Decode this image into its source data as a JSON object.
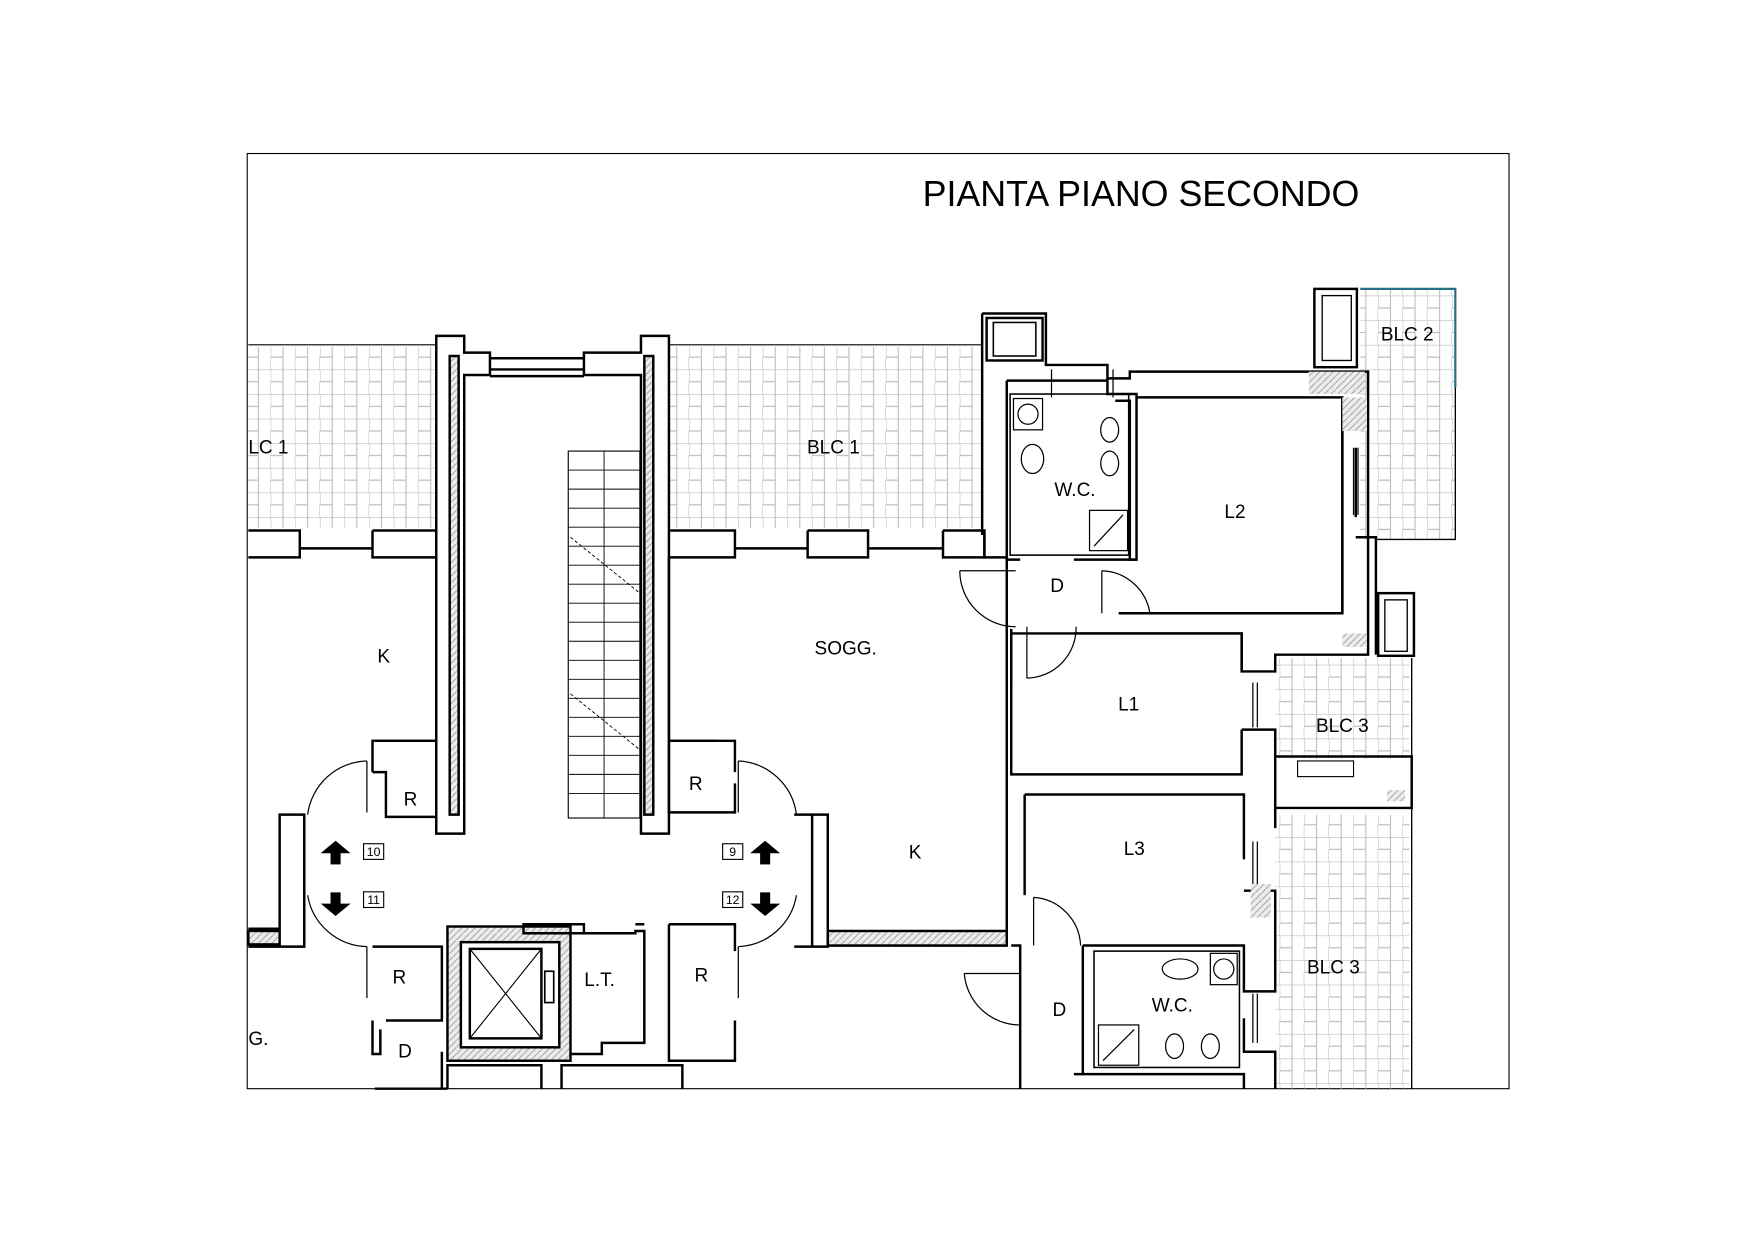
{
  "title": "PIANTA PIANO SECONDO",
  "rooms": {
    "blc1_left": "LC  1",
    "blc1_center": "BLC  1",
    "blc2": "BLC  2",
    "blc3_upper": "BLC  3",
    "blc3_lower": "BLC  3",
    "k_left": "K",
    "k_right": "K",
    "sogg": "SOGG.",
    "wc_upper": "W.C.",
    "wc_lower": "W.C.",
    "l2": "L2",
    "l1": "L1",
    "l3": "L3",
    "d_upper": "D",
    "d_lower_right": "D",
    "d_lower_left": "D",
    "r_left_upper": "R",
    "r_center_upper": "R",
    "r_left_lower": "R",
    "r_center_lower": "R",
    "lt": "L.T.",
    "g_partial": "G."
  },
  "markers": {
    "m10": "10",
    "m9": "9",
    "m11": "11",
    "m12": "12"
  },
  "colors": {
    "line": "#000000",
    "hatch": "#bdbdbd",
    "fill_wall": "#e6e6e6",
    "blc2_border": "#2a6f8a"
  }
}
